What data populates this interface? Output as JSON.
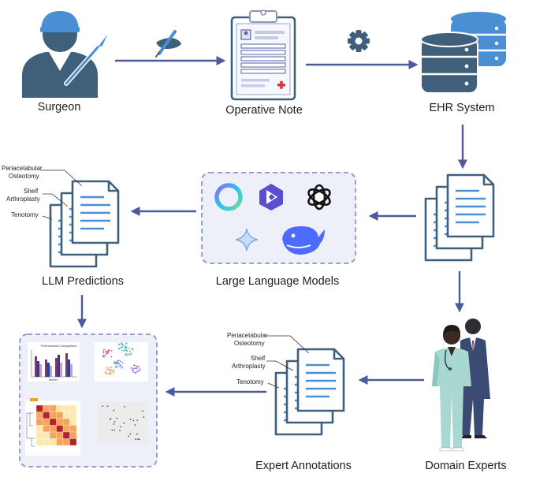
{
  "colors": {
    "arrow": "#4d5a9e",
    "doc_stroke": "#3f5f7a",
    "doc_lines": "#4a8fd4",
    "surgeon": "#3f5f7a",
    "db_dark": "#3f5f7a",
    "db_light": "#4a8fd4",
    "panel_border": "#8b95c9",
    "panel_fill": "#eef0f9"
  },
  "nodes": {
    "surgeon": "Surgeon",
    "operative_note": "Operative Note",
    "ehr_system": "EHR System",
    "llm_predictions": "LLM Predictions",
    "large_language_models": "Large Language Models",
    "domain_experts": "Domain Experts",
    "expert_annotations": "Expert Annotations"
  },
  "doc_labels": {
    "periacetabular": [
      "Periacetabular",
      "Osteotomy"
    ],
    "shelf": [
      "Shelf",
      "Arthroplasty"
    ],
    "tenotomy": "Tenotomy"
  },
  "mini_chart": {
    "title": "Performance Comparison",
    "xlabel": "Metric"
  },
  "icons": {
    "edit": "pen-hand-icon",
    "process": "gear-icon",
    "database": "database-icon",
    "llm_1": "ring-logo-icon",
    "llm_2": "qwen-logo-icon",
    "llm_3": "openai-logo-icon",
    "llm_4": "gemini-sparkle-icon",
    "llm_5": "deepseek-whale-icon"
  }
}
